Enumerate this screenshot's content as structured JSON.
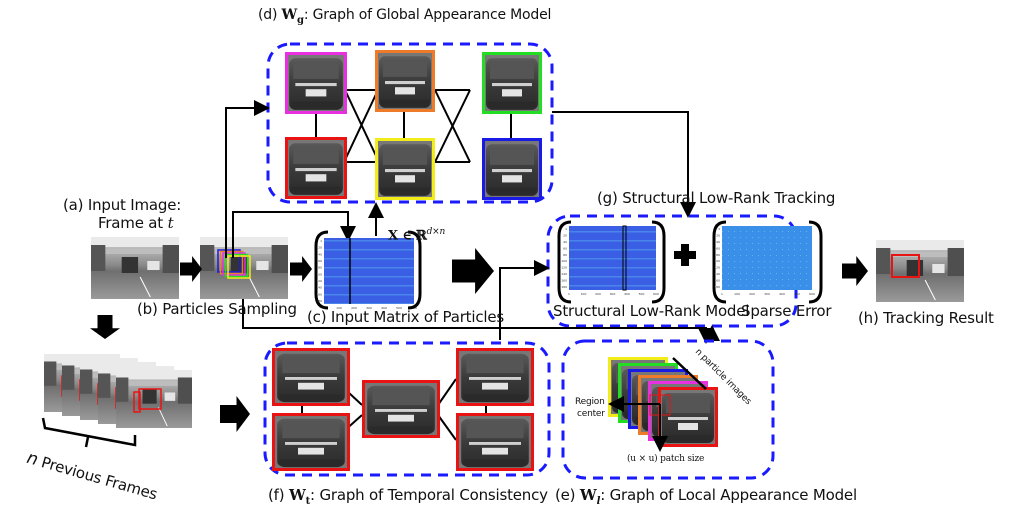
{
  "title": "Structural Low-Rank Tracking pipeline overview",
  "colors": {
    "dashed_box": "#1a1aff",
    "arrow": "#000000",
    "matrix_blue": "#3b63e6",
    "sparse_blue": "#3a8be8",
    "particle_red": "#e81414",
    "particle_magenta": "#e830e0",
    "particle_orange": "#ee7b2a",
    "particle_yellow": "#f2ec18",
    "particle_green": "#22dd22",
    "particle_blue": "#1a1ae6"
  },
  "labels": {
    "a_line1": "(a) Input Image:",
    "a_line2": "Frame at",
    "a_var": "t",
    "b": "(b) Particles Sampling",
    "c": "(c) Input Matrix of Particles",
    "d_prefix": "(d)",
    "d_sym": "W",
    "d_sub": "g",
    "d_text": ": Graph of Global Appearance Model",
    "e_prefix": "(e)",
    "e_sym": "W",
    "e_sub": "l",
    "e_text": ": Graph of Local Appearance Model",
    "f_prefix": "(f)",
    "f_sym": "W",
    "f_sub": "t",
    "f_text": ": Graph of Temporal Consistency",
    "g": "(g) Structural Low-Rank Tracking",
    "h": "(h) Tracking Result",
    "matrix_eq": "X ∈ ℝ",
    "matrix_eq_sup": "d×n",
    "low_rank_model": "Structural Low-Rank Model",
    "sparse_error": "Sparse Error",
    "n_previous_frames_var": "n",
    "n_previous_frames": "Previous Frames",
    "n_particle_images": "n particle images",
    "region_center_1": "Region",
    "region_center_2": "center",
    "patch_size": "(u × u) patch size",
    "plus": "+"
  },
  "global_graph_nodes": [
    "magenta",
    "red",
    "orange",
    "yellow",
    "green",
    "blue"
  ],
  "temporal_graph_nodes": [
    "red",
    "red",
    "red",
    "red",
    "red"
  ],
  "local_stack_colors": [
    "yellow",
    "green",
    "blue",
    "orange",
    "magenta",
    "red"
  ],
  "matrix_axis_ticks_y": [
    "1",
    "20",
    "40",
    "60",
    "80",
    "100",
    "120",
    "140",
    "160",
    "180"
  ],
  "matrix_axis_ticks_x": [
    "1",
    "100",
    "200",
    "300",
    "400",
    "500",
    "600"
  ]
}
